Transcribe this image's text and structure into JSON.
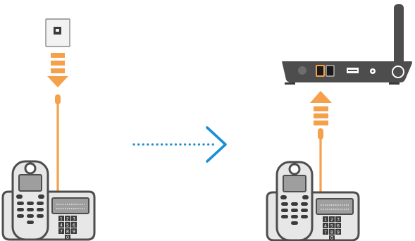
{
  "colors": {
    "cable": "#f5a04a",
    "arrow_stripe": "#f5a04a",
    "transition_arrow": "#1a8fd6",
    "device_body": "#4d4d4d",
    "phone_screen": "#9e9e9e",
    "phone_body": "#e7e7e7",
    "wall_plate": "#f2f2f2"
  },
  "icons": {
    "wall_socket": "phone-wall-jack-icon",
    "router": "router-icon",
    "phone": "cordless-phone-base-icon",
    "transition": "dotted-right-arrow-icon"
  },
  "keypad_left": {
    "row1": [
      "1",
      "2",
      "3"
    ],
    "row2": [
      "4",
      "5",
      "6"
    ],
    "row3": [
      "7",
      "8",
      "9"
    ],
    "row4": [
      "0"
    ]
  },
  "keypad_right": {
    "row1": [
      "1",
      "2",
      "3"
    ],
    "row2": [
      "4",
      "5",
      "6"
    ],
    "row3": [
      "7",
      "8",
      "9"
    ],
    "row4": [
      "0"
    ]
  }
}
